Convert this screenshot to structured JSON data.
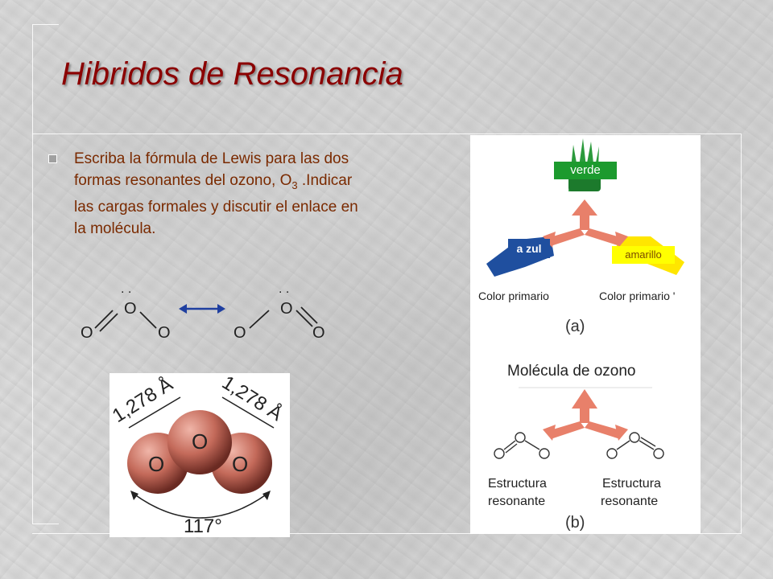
{
  "slide": {
    "title": "Hibridos de Resonancia",
    "bullet_prefix": "Escriba la fórmula de Lewis para las dos formas resonantes del ozono, O",
    "bullet_sub": "3",
    "bullet_suffix": " .Indicar las cargas formales y discutir el enlace en la molécula.",
    "lewis_atom": "O",
    "lewis_dots": ". ."
  },
  "photo": {
    "bond_length_left": "1,278 Å",
    "bond_length_right": "1,278 Å",
    "angle": "117°",
    "atom": "O"
  },
  "figure": {
    "verde": "verde",
    "azul": "a zul",
    "amarillo": "amarillo",
    "color_primario_left": "Color primario",
    "color_primario_right": "Color primario '",
    "label_a": "(a)",
    "molecule_title": "Molécula de ozono",
    "estructura_left_1": "Estructura",
    "estructura_left_2": "resonante",
    "estructura_right_1": "Estructura",
    "estructura_right_2": "resonante",
    "label_b": "(b)"
  },
  "colors": {
    "title": "#8b0000",
    "bullet_text": "#7a2a00",
    "arrow": "#1f3fa0",
    "atom_fill": "#c46a5a",
    "verde": "#1c9a2e",
    "azul": "#1f4f9f",
    "amarillo": "#ffff00",
    "salmon_arrow": "#e8806a"
  }
}
